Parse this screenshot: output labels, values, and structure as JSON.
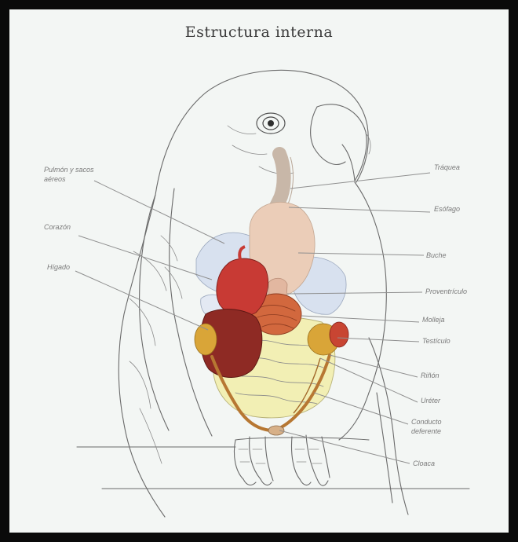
{
  "title": "Estructura interna",
  "colors": {
    "heart": "#c83a34",
    "liver": "#8e2a24",
    "gizzard": "#d2683e",
    "crop": "#ebcdb8",
    "testicle": "#d9a538",
    "intestine": "#f2efb4",
    "lung": "#d8e1ef",
    "kidney": "#b77732"
  },
  "labels": {
    "left": [
      {
        "id": "pulmon",
        "text": "Pulmón y sacos aéreos"
      },
      {
        "id": "corazon",
        "text": "Corazón"
      },
      {
        "id": "higado",
        "text": "Hígado"
      }
    ],
    "right": [
      {
        "id": "traquea",
        "text": "Tráquea"
      },
      {
        "id": "esofago",
        "text": "Esófago"
      },
      {
        "id": "buche",
        "text": "Buche"
      },
      {
        "id": "proventriculo",
        "text": "Proventrículo"
      },
      {
        "id": "molleja",
        "text": "Molleja"
      },
      {
        "id": "testiculo",
        "text": "Testículo"
      },
      {
        "id": "rinon",
        "text": "Riñón"
      },
      {
        "id": "ureter",
        "text": "Uréter"
      },
      {
        "id": "conducto",
        "text": "Conducto deferente"
      },
      {
        "id": "cloaca",
        "text": "Cloaca"
      }
    ]
  }
}
